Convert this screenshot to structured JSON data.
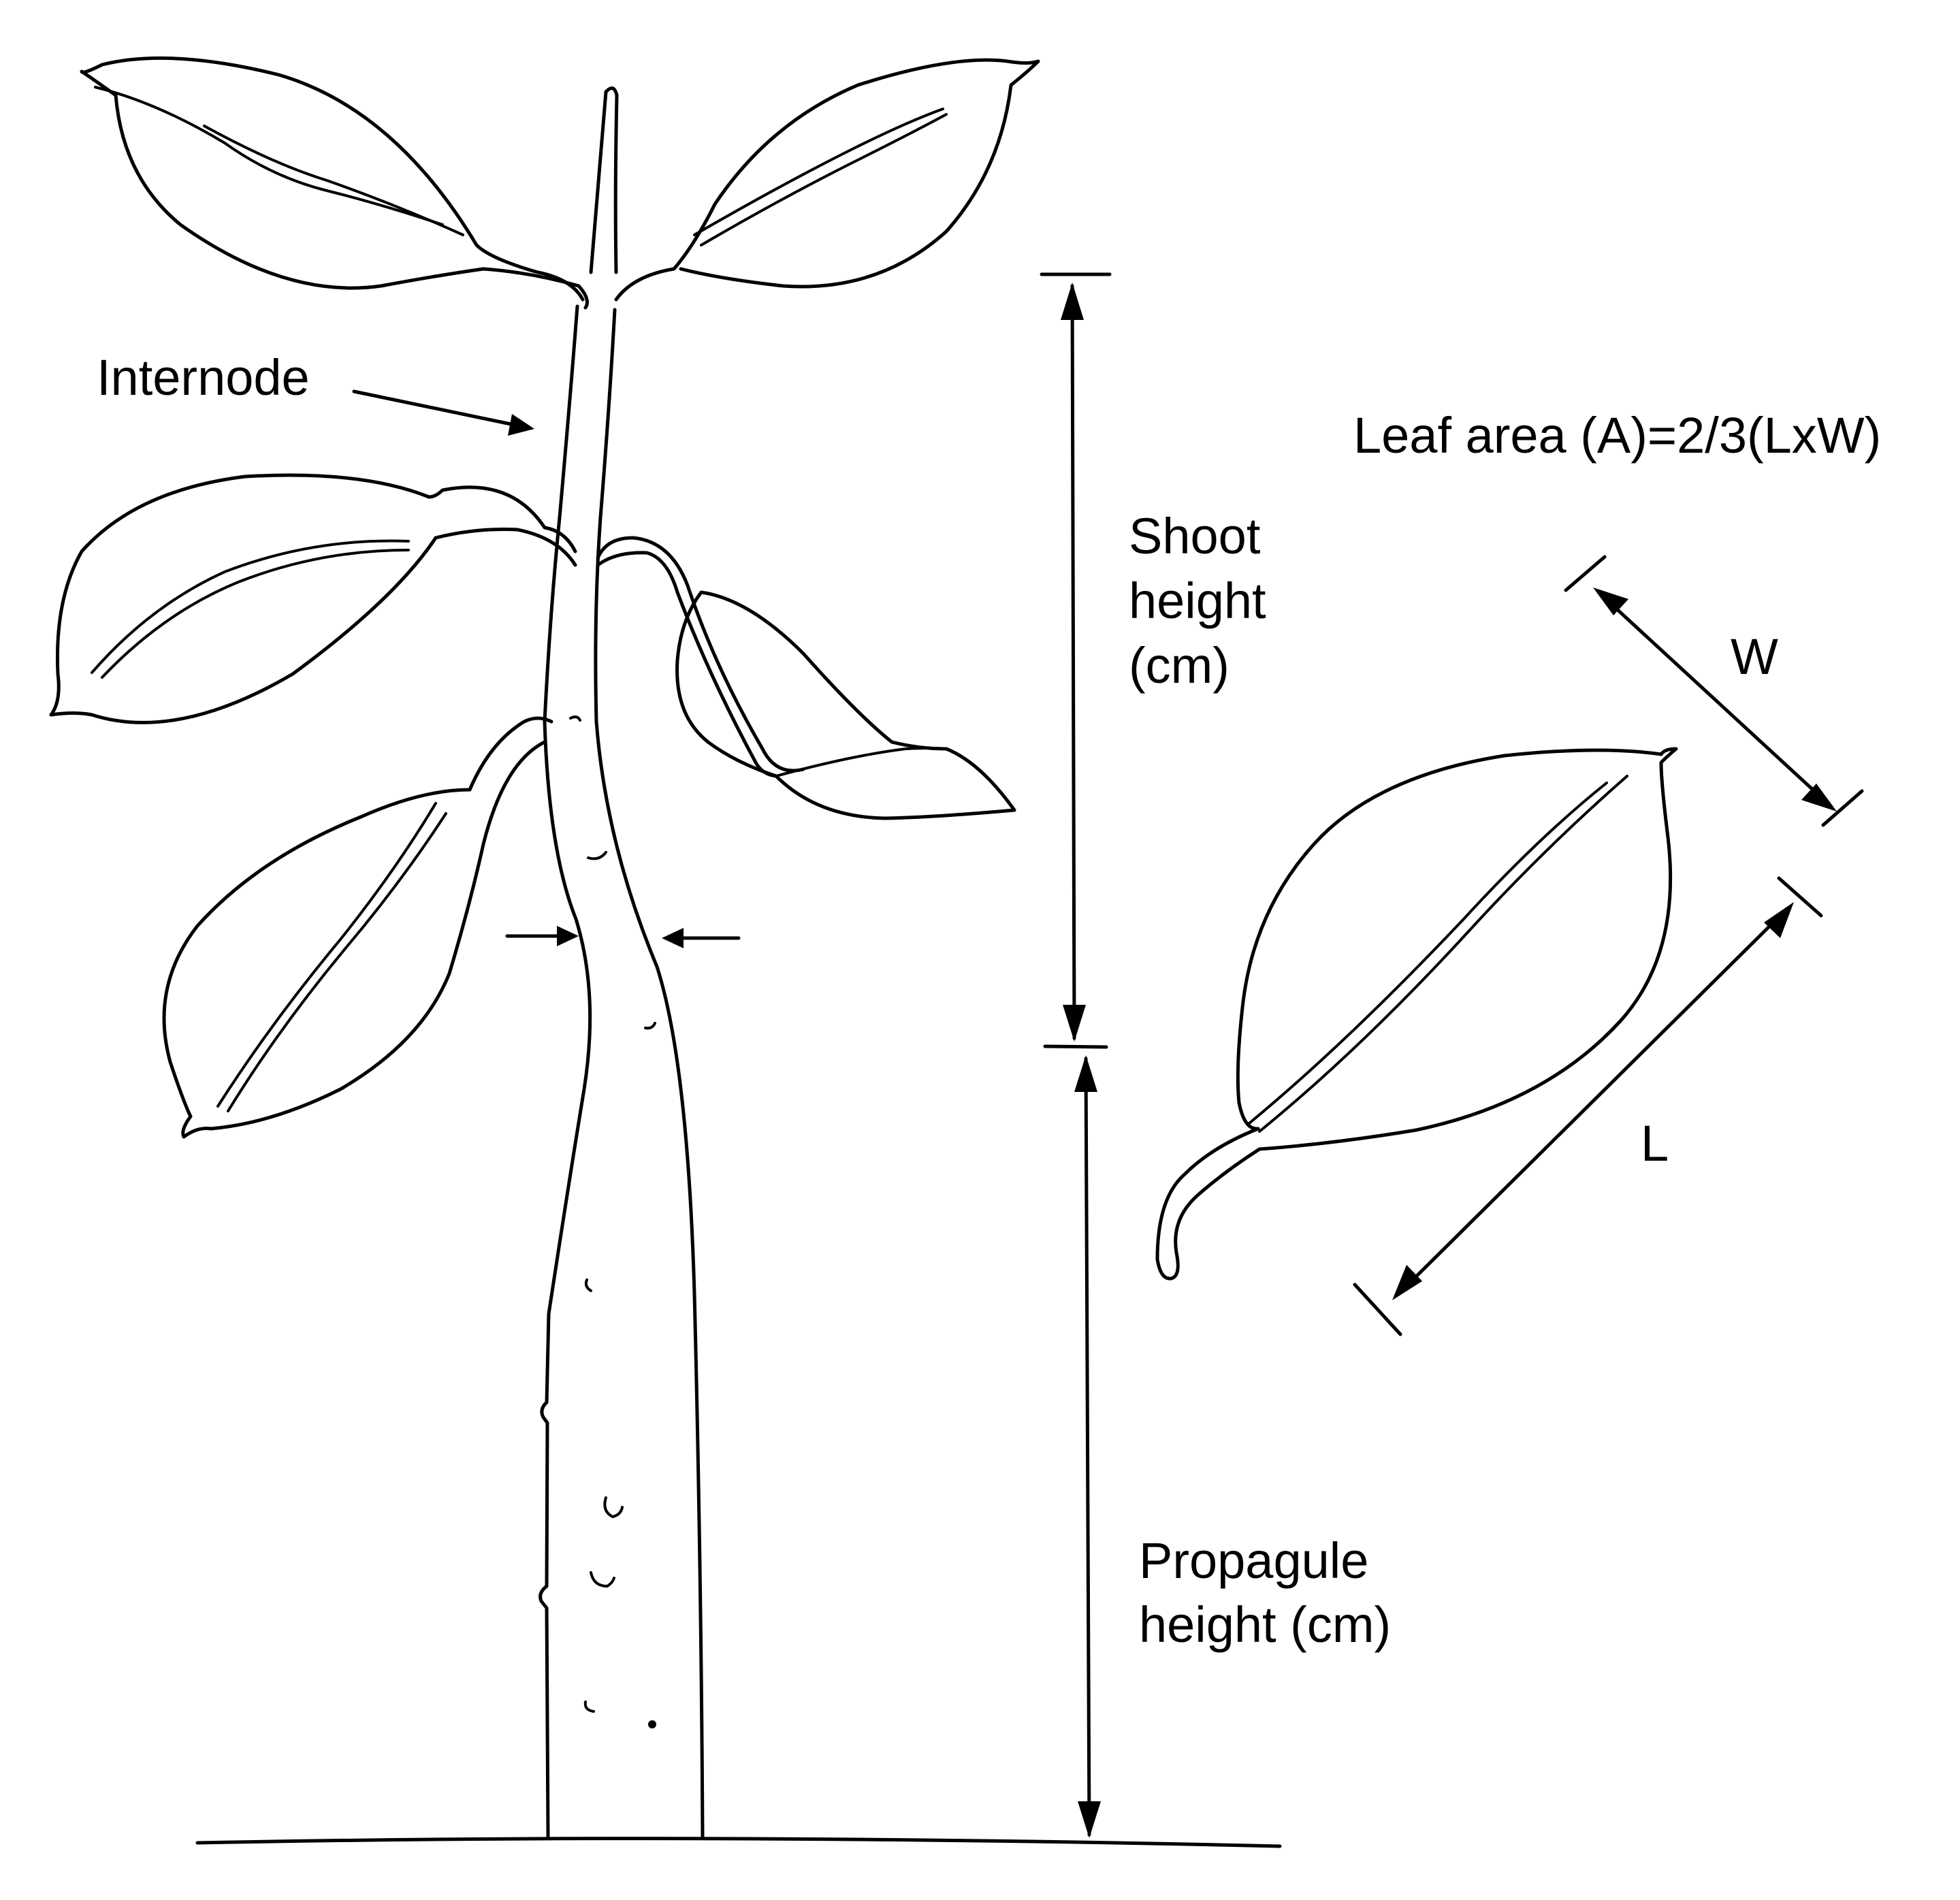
{
  "labels": {
    "internode": "Internode",
    "leaf_area_formula": "Leaf area (A)=2/3(LxW)",
    "shoot_height": [
      "Shoot",
      "height",
      "(cm)"
    ],
    "propagule_height": [
      "Propagule",
      "height (cm)"
    ],
    "width_symbol": "W",
    "length_symbol": "L"
  }
}
